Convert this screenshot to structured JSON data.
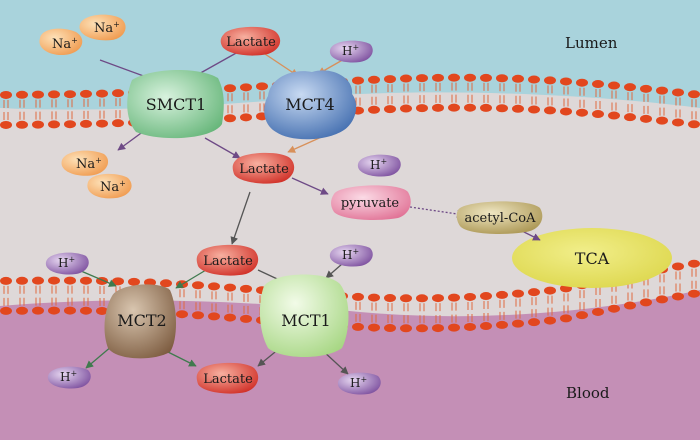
{
  "regions": {
    "lumen": "Lumen",
    "blood": "Blood"
  },
  "transporters": {
    "smct1": "SMCT1",
    "mct4": "MCT4",
    "mct2": "MCT2",
    "mct1": "MCT1"
  },
  "molecules": {
    "sodium": "Na",
    "sodium_charge": "+",
    "proton": "H",
    "proton_charge": "+",
    "lactate": "Lactate",
    "pyruvate": "pyruvate",
    "acetyl_coa": "acetyl-CoA",
    "tca": "TCA"
  },
  "colors": {
    "lumen": "#a9d3dc",
    "cytoplasm": "#ded8d8",
    "blood": "#c48fb6",
    "lipid_head": "#e2471e",
    "lipid_tail": "#e06a3f",
    "smct1": "#7ccb8e",
    "mct4": "#4a77b8",
    "mct2": "#8a6a4e",
    "mct1": "#b8e19a",
    "sodium": "#f2a25c",
    "proton": "#8a5ea8",
    "lactate": "#d9332b",
    "pyruvate": "#e97a9b",
    "acetyl_coa": "#b8a45c",
    "tca": "#e6e05a",
    "arrow_purple": "#6e4a86",
    "arrow_green": "#3f7a4e",
    "arrow_orange": "#d8905a"
  }
}
